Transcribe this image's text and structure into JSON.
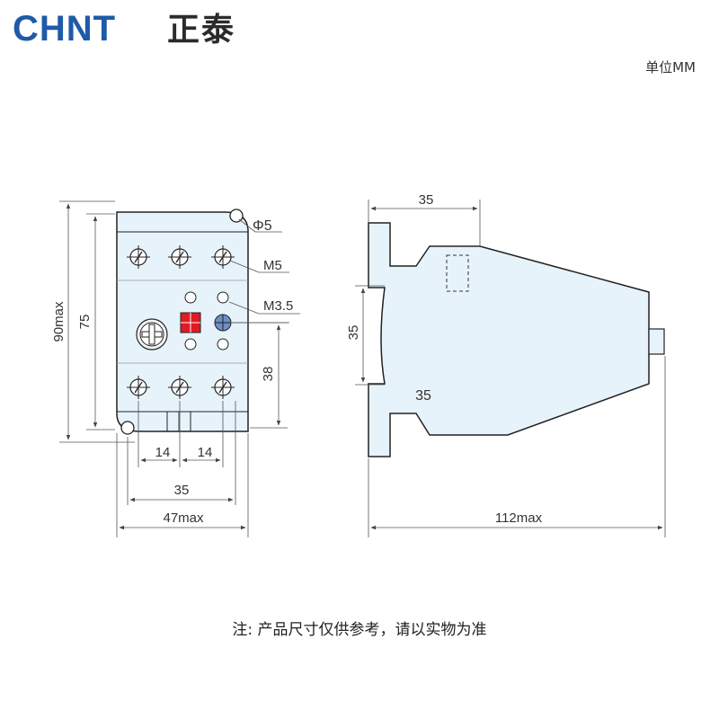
{
  "logo": {
    "latin": "CHNT",
    "cn": "正泰"
  },
  "unit_label": "单位MM",
  "note": "注: 产品尺寸仅供参考，请以实物为准",
  "dimensions": {
    "phi5": "Φ5",
    "m5": "M5",
    "m35": "M3.5",
    "h90": "90max",
    "h75": "75",
    "h38": "38",
    "w14a": "14",
    "w14b": "14",
    "w35": "35",
    "w47": "47max",
    "side_top35": "35",
    "side_left35": "35",
    "side_mid35": "35",
    "side_len": "112max"
  },
  "colors": {
    "body_fill": "#e7f3fb",
    "outline": "#222222",
    "dim_line": "#555555",
    "logo_blue": "#1f5aa8",
    "button_red": "#e01b24",
    "button_blue": "#6b8fc6"
  }
}
